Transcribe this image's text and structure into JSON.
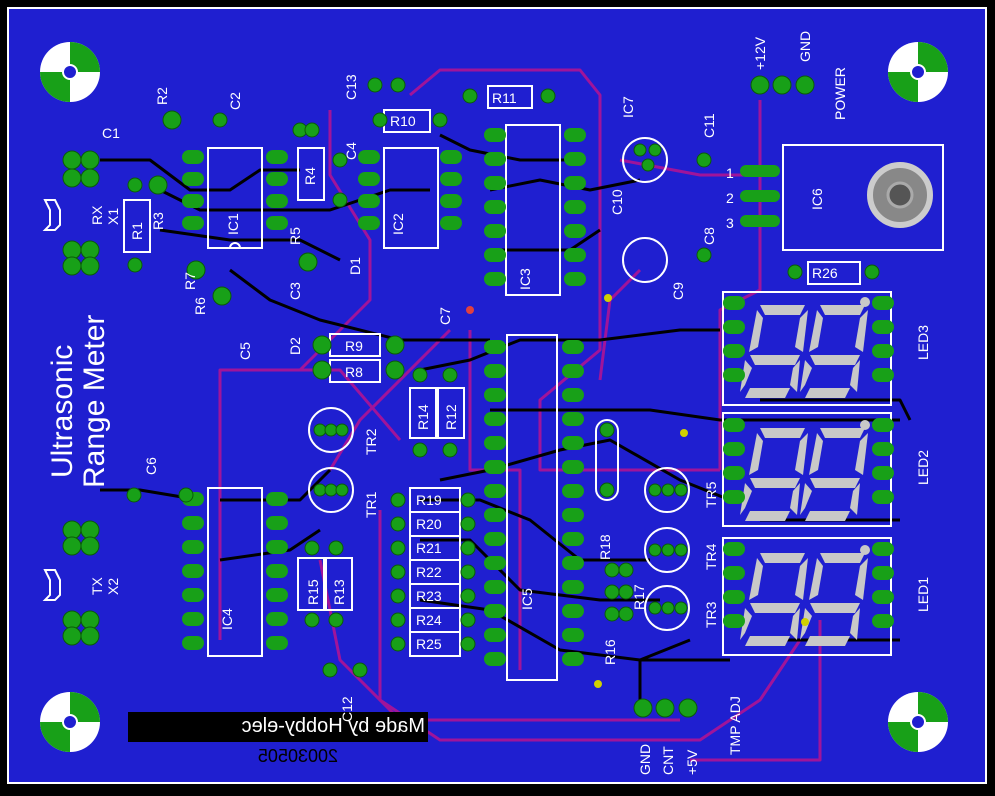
{
  "board": {
    "title_line1": "Ultrasonic",
    "title_line2": "Range Meter",
    "made_by": "Made by Hobby-elec",
    "date": "20030505",
    "background": "#1f1fd0",
    "trace_bottom_color": "#a0149a",
    "trace_top_color": "#000000"
  },
  "labels": {
    "r1": "R1",
    "r2": "R2",
    "r3": "R3",
    "r4": "R4",
    "r5": "R5",
    "r6": "R6",
    "r7": "R7",
    "r8": "R8",
    "r9": "R9",
    "r10": "R10",
    "r11": "R11",
    "r12": "R12",
    "r13": "R13",
    "r14": "R14",
    "r15": "R15",
    "r16": "R16",
    "r17": "R17",
    "r18": "R18",
    "r19": "R19",
    "r20": "R20",
    "r21": "R21",
    "r22": "R22",
    "r23": "R23",
    "r24": "R24",
    "r25": "R25",
    "r26": "R26",
    "c1": "C1",
    "c2": "C2",
    "c3": "C3",
    "c4": "C4",
    "c5": "C5",
    "c6": "C6",
    "c7": "C7",
    "c8": "C8",
    "c9": "C9",
    "c10": "C10",
    "c11": "C11",
    "c12": "C12",
    "c13": "C13",
    "ic1": "IC1",
    "ic2": "IC2",
    "ic3": "IC3",
    "ic4": "IC4",
    "ic5": "IC5",
    "ic6": "IC6",
    "ic7": "IC7",
    "d1": "D1",
    "d2": "D2",
    "tr1": "TR1",
    "tr2": "TR2",
    "tr3": "TR3",
    "tr4": "TR4",
    "tr5": "TR5",
    "led1": "LED1",
    "led2": "LED2",
    "led3": "LED3",
    "rx": "RX",
    "x1": "X1",
    "tx": "TX",
    "x2": "X2",
    "power": "POWER",
    "plus12v": "+12V",
    "gnd": "GND",
    "pin1": "1",
    "pin2": "2",
    "pin3": "3",
    "gnd_bottom": "GND",
    "cnt": "CNT",
    "plus5v": "+5V",
    "tmp_adj": "TMP ADJ"
  }
}
